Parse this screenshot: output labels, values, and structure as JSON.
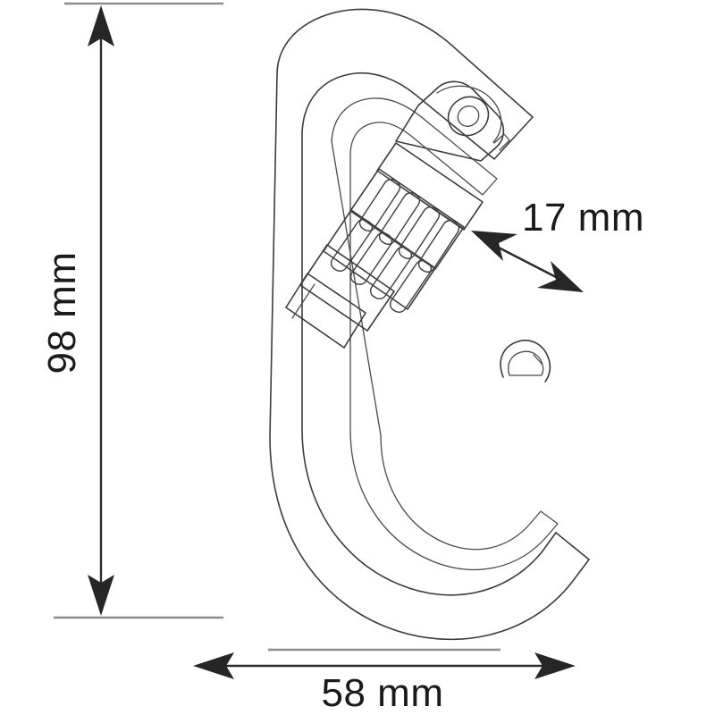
{
  "drawing": {
    "title": "Locking carabiner dimensioned drawing",
    "background_color": "#ffffff",
    "line_color": "#3c3c3c",
    "extension_line_color": "#8d8d8d",
    "arrow_color": "#262626",
    "text_color": "#1a1a1a"
  },
  "dimensions": {
    "height": {
      "label": "98 mm",
      "value": 98,
      "unit": "mm",
      "orientation": "vertical",
      "position": "left"
    },
    "width": {
      "label": "58 mm",
      "value": 58,
      "unit": "mm",
      "orientation": "horizontal",
      "position": "bottom"
    },
    "gate_opening": {
      "label": "17 mm",
      "value": 17,
      "unit": "mm",
      "orientation": "diagonal",
      "position": "right"
    }
  },
  "product": {
    "type": "carabiner",
    "shape": "offset-D",
    "gate_type": "screw-lock",
    "parts": [
      "frame",
      "gate",
      "locking-sleeve",
      "hinge-pin",
      "nose"
    ]
  }
}
